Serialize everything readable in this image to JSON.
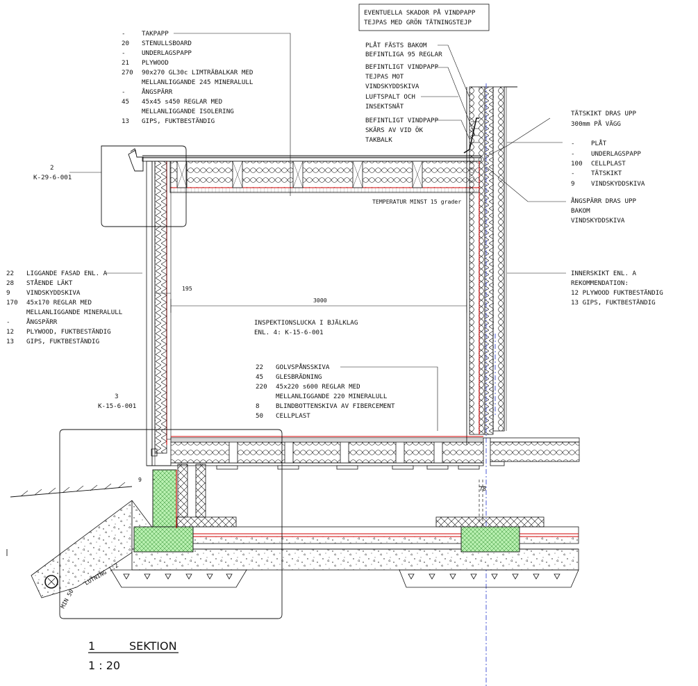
{
  "notes": {
    "top_box": [
      "EVENTUELLA SKADOR PÅ VINDPAPP",
      "TEJPAS MED GRÖN TÄTNINGSTEJP"
    ],
    "plat_fasts": [
      "PLÅT FÄSTS BAKOM",
      "BEFINTLIGA 95 REGLAR"
    ],
    "befintligt_1": [
      "BEFINTLIGT VINDPAPP",
      "TEJPAS MOT",
      "VINDSKYDDSKIVA"
    ],
    "luftspalt": [
      "LUFTSPALT OCH",
      "INSEKTSNÄT"
    ],
    "befintligt_2": [
      "BEFINTLIGT VINDPAPP",
      "SKÄRS AV VID ÖK",
      "TAKBALK"
    ],
    "tatskikt": [
      "TÄTSKIKT DRAS UPP",
      "300mm PÅ VÄGG"
    ],
    "angsparr_upp": [
      "ÅNGSPÄRR DRAS UPP",
      "BAKOM",
      "VINDSKYDDSKIVA"
    ],
    "temperatur": "TEMPERATUR MINST 15 grader",
    "inspektion": [
      "INSPEKTIONSLUCKA I BJÄLKLAG",
      "ENL. 4: K-15-6-001"
    ]
  },
  "layers": {
    "roof": [
      {
        "t": "-",
        "d": "TAKPAPP"
      },
      {
        "t": "20",
        "d": "STENULLSBOARD"
      },
      {
        "t": "-",
        "d": "UNDERLAGSPAPP"
      },
      {
        "t": "21",
        "d": "PLYWOOD"
      },
      {
        "t": "270",
        "d": "90x270 GL30c LIMTRÄBALKAR MED"
      },
      {
        "t": "",
        "d": "MELLANLIGGANDE 245 MINERALULL"
      },
      {
        "t": "-",
        "d": "ÅNGSPÄRR"
      },
      {
        "t": "45",
        "d": "45x45 s450 REGLAR MED"
      },
      {
        "t": "",
        "d": "MELLANLIGGANDE ISOLERING"
      },
      {
        "t": "13",
        "d": "GIPS, FUKTBESTÄNDIG"
      }
    ],
    "wall_left": [
      {
        "t": "22",
        "d": "LIGGANDE FASAD ENL. A"
      },
      {
        "t": "28",
        "d": "STÅENDE LÄKT"
      },
      {
        "t": "9",
        "d": "VINDSKYDDSKIVA"
      },
      {
        "t": "170",
        "d": "45x170 REGLAR MED"
      },
      {
        "t": "",
        "d": "MELLANLIGGANDE MINERALULL"
      },
      {
        "t": "-",
        "d": "ÅNGSPÄRR"
      },
      {
        "t": "12",
        "d": "PLYWOOD, FUKTBESTÄNDIG"
      },
      {
        "t": "13",
        "d": "GIPS, FUKTBESTÄNDIG"
      }
    ],
    "floor": [
      {
        "t": "22",
        "d": "GOLVSPÅNSSKIVA"
      },
      {
        "t": "45",
        "d": "GLESBRÄDNING"
      },
      {
        "t": "220",
        "d": "45x220 s600 REGLAR MED"
      },
      {
        "t": "",
        "d": "MELLANLIGGANDE 220 MINERALULL"
      },
      {
        "t": "8",
        "d": "BLINDBOTTENSKIVA AV FIBERCEMENT"
      },
      {
        "t": "50",
        "d": "CELLPLAST"
      }
    ],
    "wall_right": [
      {
        "t": "-",
        "d": "PLÅT"
      },
      {
        "t": "-",
        "d": "UNDERLAGSPAPP"
      },
      {
        "t": "100",
        "d": "CELLPLAST"
      },
      {
        "t": "-",
        "d": "TÄTSKIKT"
      },
      {
        "t": "9",
        "d": "VINDSKYDDSKIVA"
      }
    ],
    "inner_right": [
      {
        "t": "",
        "d": "INNERSKIKT ENL. A"
      },
      {
        "t": "",
        "d": "REKOMMENDATION:"
      },
      {
        "t": "",
        "d": "12 PLYWOOD FUKTBESTÄNDIG"
      },
      {
        "t": "",
        "d": "13 GIPS, FUKTBESTÄNDIG"
      }
    ]
  },
  "refs": {
    "ref2": {
      "num": "2",
      "code": "K-29-6-001"
    },
    "ref3": {
      "num": "3",
      "code": "K-15-6-001"
    }
  },
  "dimensions": {
    "d195": "195",
    "d3000": "3000",
    "d9": "9",
    "d78": "78",
    "slope": "LUTNING 1:2",
    "min50": "MIN 50"
  },
  "title": {
    "number": "1",
    "name": "SEKTION",
    "scale": "1 : 20"
  },
  "colors": {
    "line": "#111111",
    "red": "#d00000",
    "green": "#b8f0b0",
    "blue": "#2233cc"
  }
}
